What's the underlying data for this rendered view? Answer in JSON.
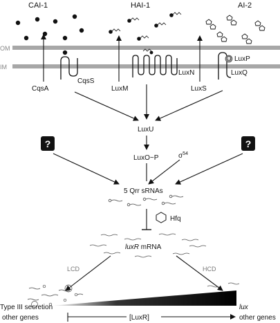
{
  "autoinducers": {
    "cai1": "CAI-1",
    "hai1": "HAI-1",
    "ai2": "AI-2"
  },
  "membranes": {
    "outer": "OM",
    "inner": "IM"
  },
  "synthases": {
    "cqsA": "CqsA",
    "luxM": "LuxM",
    "luxS": "LuxS"
  },
  "receptors": {
    "cqsS": "CqsS",
    "luxN": "LuxN",
    "luxP": "LuxP",
    "luxQ": "LuxQ"
  },
  "cascade": {
    "luxU": "LuxU",
    "luxO": "LuxO~P",
    "sigma": "σ",
    "sigma_sup": "54",
    "unknown": "?",
    "srnas": "5 Qrr sRNAs",
    "hfq": "Hfq",
    "luxR_italic": "luxR",
    "mrna": " mRNA"
  },
  "density": {
    "lcd": "LCD",
    "hcd": "HCD"
  },
  "bottom": {
    "type3": "Type III secretion",
    "other_left": "other genes",
    "luxR_bracket": "[LuxR]",
    "lux": "lux",
    "other_right": "other genes"
  },
  "colors": {
    "membrane": "#a7a7a7",
    "ink": "#111111",
    "wedge": "#000000"
  }
}
